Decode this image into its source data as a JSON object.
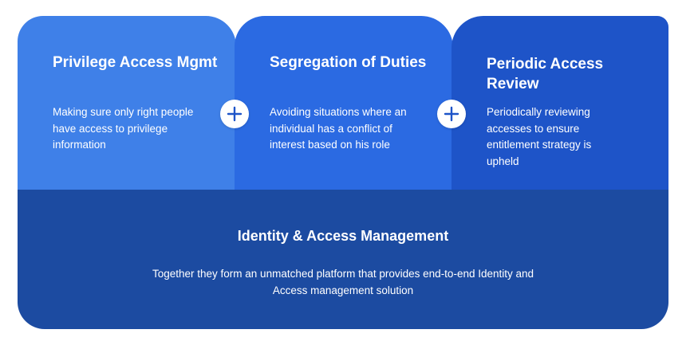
{
  "cards": [
    {
      "title": "Privilege Access Mgmt",
      "text": "Making sure only right people have access to privilege information"
    },
    {
      "title": "Segregation of Duties",
      "text": "Avoiding situations where an individual has a conflict of interest based on his role"
    },
    {
      "title": "Periodic Access Review",
      "text": "Periodically reviewing accesses to ensure entitlement strategy is upheld"
    }
  ],
  "connectors": [
    {
      "icon": "plus-icon"
    },
    {
      "icon": "plus-icon"
    }
  ],
  "summary": {
    "title": "Identity & Access Management",
    "text": "Together they form an unmatched platform that provides end-to-end Identity and Access management solution"
  },
  "colors": {
    "card1": "#3f80e8",
    "card2": "#2b6ae2",
    "card3": "#1e54c8",
    "summary_bg": "#1c4ba1",
    "plus": "#1e54c8"
  }
}
